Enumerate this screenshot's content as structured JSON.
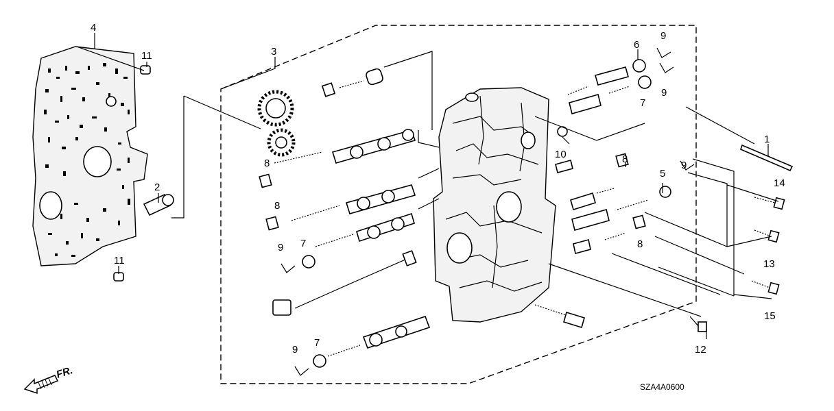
{
  "diagram": {
    "code": "SZA4A0600",
    "direction": "FR.",
    "callouts": [
      "1",
      "2",
      "3",
      "4",
      "5",
      "6",
      "7",
      "7",
      "7",
      "8",
      "8",
      "8",
      "8",
      "9",
      "9",
      "9",
      "9",
      "9",
      "10",
      "11",
      "11",
      "12",
      "13",
      "14",
      "15"
    ]
  }
}
